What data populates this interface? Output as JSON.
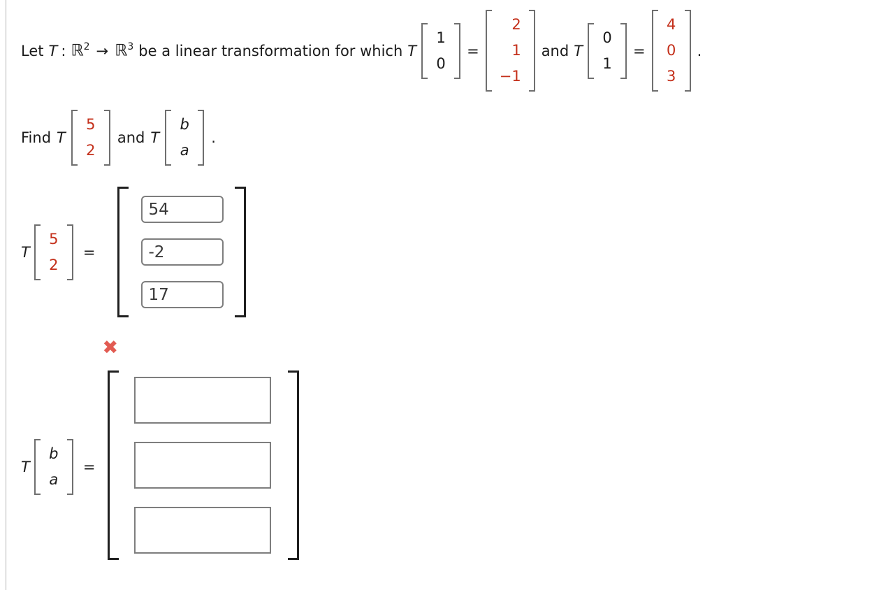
{
  "colors": {
    "accent_red": "#c4301b",
    "incorrect_red": "#e25b52",
    "bracket_gray": "#6f6f6f",
    "bracket_dark": "#1f1f1f",
    "input_border": "#7e7e7e",
    "panel_border": "#b3b3b3"
  },
  "line1": {
    "let": "Let",
    "t": "T",
    "colon": ":",
    "r": "ℝ",
    "sup2": "2",
    "arrow": "→",
    "sup3": "3",
    "which": "be a linear transformation for which",
    "eq": "=",
    "and": "and",
    "e1": [
      "1",
      "0"
    ],
    "te1": [
      "2",
      "1",
      "−1"
    ],
    "e2": [
      "0",
      "1"
    ],
    "te2": [
      "4",
      "0",
      "3"
    ],
    "period": "."
  },
  "line2": {
    "find": "Find",
    "t": "T",
    "v": [
      "5",
      "2"
    ],
    "and": "and",
    "ba": [
      "b",
      "a"
    ],
    "period": "."
  },
  "answer1": {
    "t": "T",
    "v": [
      "5",
      "2"
    ],
    "eq": "=",
    "values": [
      "54",
      "-2",
      "17"
    ]
  },
  "answer2": {
    "t": "T",
    "ba": [
      "b",
      "a"
    ],
    "eq": "=",
    "values": [
      "",
      "",
      ""
    ],
    "incorrect_mark": "✖"
  }
}
